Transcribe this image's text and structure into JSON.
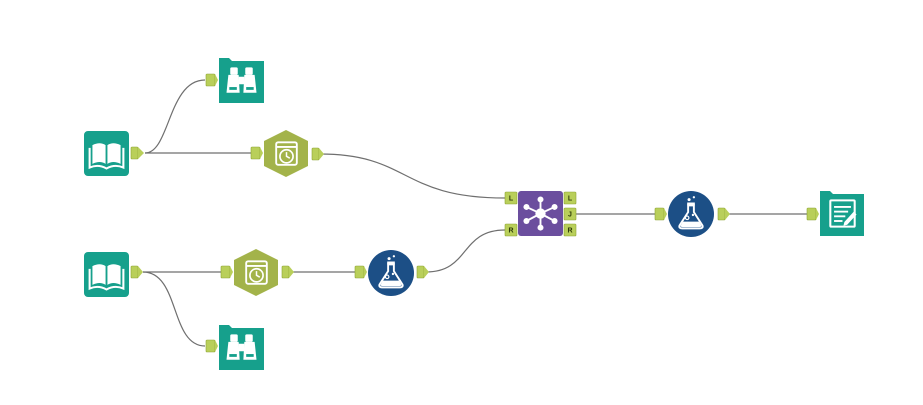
{
  "colors": {
    "teal": "#16a08c",
    "olive": "#a3b34a",
    "navy": "#1c4f86",
    "purple": "#6b4e9e",
    "anchor": "#b9cf5a",
    "wire": "#6f6f6f"
  },
  "workflow": {
    "tools": [
      {
        "id": "input-1",
        "kind": "input-data",
        "icon": "open-book-icon"
      },
      {
        "id": "browse-1",
        "kind": "browse",
        "icon": "binoculars-icon"
      },
      {
        "id": "datetime-1",
        "kind": "datetime",
        "icon": "clock-icon"
      },
      {
        "id": "input-2",
        "kind": "input-data",
        "icon": "open-book-icon"
      },
      {
        "id": "datetime-2",
        "kind": "datetime",
        "icon": "clock-icon"
      },
      {
        "id": "formula-1",
        "kind": "formula",
        "icon": "flask-icon"
      },
      {
        "id": "browse-2",
        "kind": "browse",
        "icon": "binoculars-icon"
      },
      {
        "id": "join-1",
        "kind": "join",
        "icon": "join-network-icon"
      },
      {
        "id": "formula-2",
        "kind": "formula",
        "icon": "flask-icon"
      },
      {
        "id": "output-1",
        "kind": "output-data",
        "icon": "document-lines-icon"
      }
    ],
    "join_anchor_labels": {
      "left_input": "L",
      "right_input": "R",
      "left_output": "L",
      "join_output": "J",
      "right_output": "R"
    }
  }
}
